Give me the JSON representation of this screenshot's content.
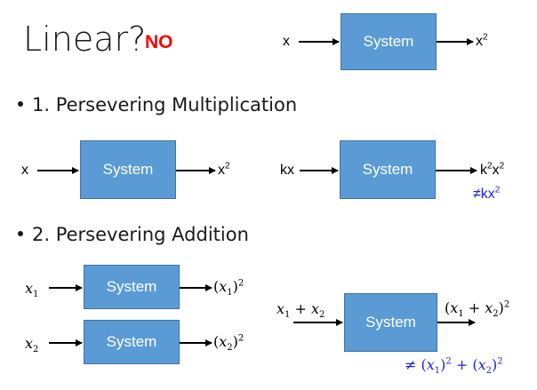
{
  "title": "Linear?",
  "answer": "NO",
  "colors": {
    "box_fill": "#5b9bd5",
    "box_border": "#41719c",
    "answer": "#ff0000",
    "note": "#1f1fd6"
  },
  "top": {
    "input": "x",
    "system": "System",
    "output_base": "x",
    "output_exp": "2"
  },
  "bullet1": {
    "text": "1. Persevering Multiplication",
    "left": {
      "input": "x",
      "system": "System",
      "output_base": "x",
      "output_exp": "2"
    },
    "right": {
      "input": "kx",
      "system": "System",
      "output_k": "k",
      "output_k_exp": "2",
      "output_x": "x",
      "output_x_exp": "2",
      "note_prefix": "≠kx",
      "note_exp": "2"
    }
  },
  "bullet2": {
    "text": "2. Persevering Addition",
    "row1": {
      "input_var": "x",
      "input_sub": "1",
      "system": "System",
      "output": "(x1)2"
    },
    "row2": {
      "input_var": "x",
      "input_sub": "2",
      "system": "System",
      "output": "(x2)2"
    },
    "combined": {
      "input": "x1 + x2",
      "system": "System",
      "output": "(x1 + x2)2",
      "note": "≠ (x1)2 + (x2)2"
    }
  }
}
